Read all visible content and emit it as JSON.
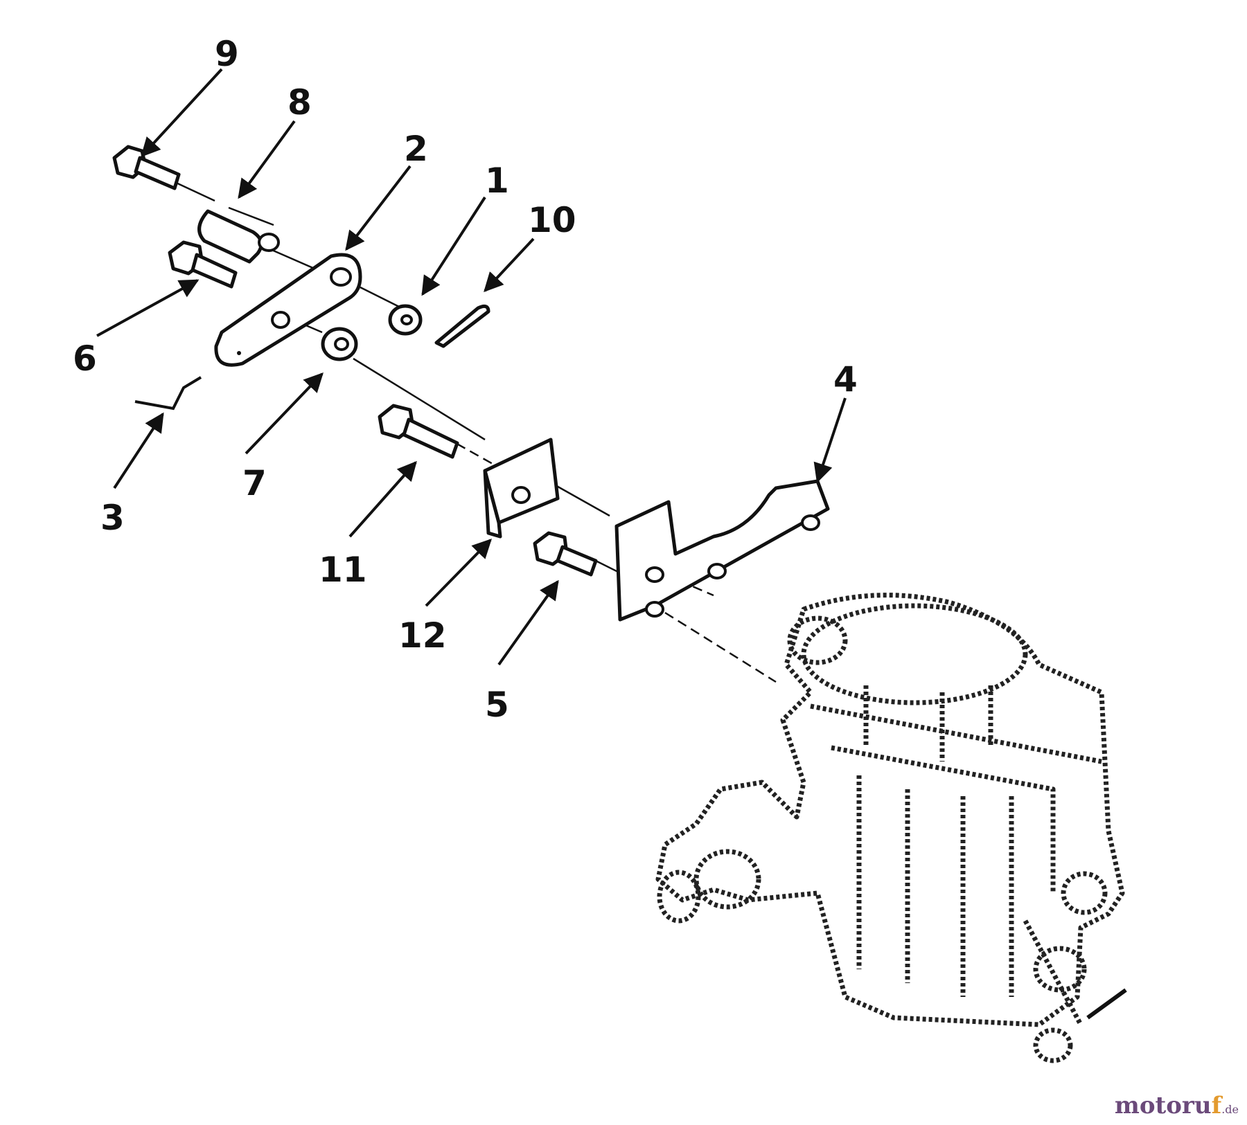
{
  "callouts": [
    {
      "id": "1",
      "label": "1"
    },
    {
      "id": "2",
      "label": "2"
    },
    {
      "id": "3",
      "label": "3"
    },
    {
      "id": "4",
      "label": "4"
    },
    {
      "id": "5",
      "label": "5"
    },
    {
      "id": "6",
      "label": "6"
    },
    {
      "id": "7",
      "label": "7"
    },
    {
      "id": "8",
      "label": "8"
    },
    {
      "id": "9",
      "label": "9"
    },
    {
      "id": "10",
      "label": "10"
    },
    {
      "id": "11",
      "label": "11"
    },
    {
      "id": "12",
      "label": "12"
    }
  ],
  "watermark": {
    "prefix": "motoru",
    "accent": "f",
    "tld": ".de"
  },
  "colors": {
    "ink": "#111111",
    "watermark_primary": "#6b4a7a",
    "watermark_accent": "#e39a2e"
  }
}
